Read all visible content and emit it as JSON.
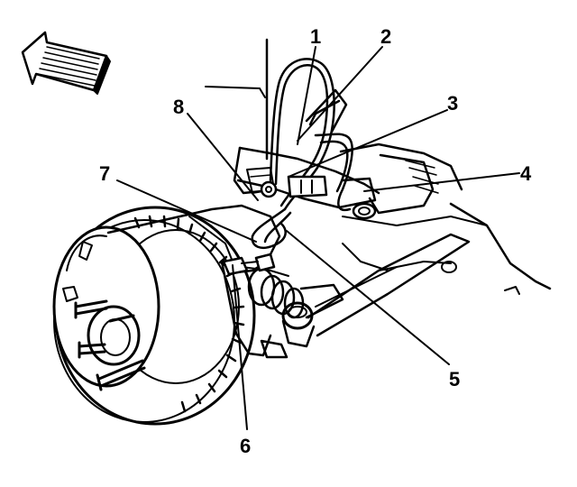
{
  "diagram": {
    "callouts": [
      {
        "id": "1",
        "label": "1"
      },
      {
        "id": "2",
        "label": "2"
      },
      {
        "id": "3",
        "label": "3"
      },
      {
        "id": "4",
        "label": "4"
      },
      {
        "id": "5",
        "label": "5"
      },
      {
        "id": "6",
        "label": "6"
      },
      {
        "id": "7",
        "label": "7"
      },
      {
        "id": "8",
        "label": "8"
      }
    ],
    "direction_arrow_icon": "arrow-upper-left-icon",
    "colors": {
      "ink": "#000000",
      "paper": "#ffffff"
    }
  }
}
